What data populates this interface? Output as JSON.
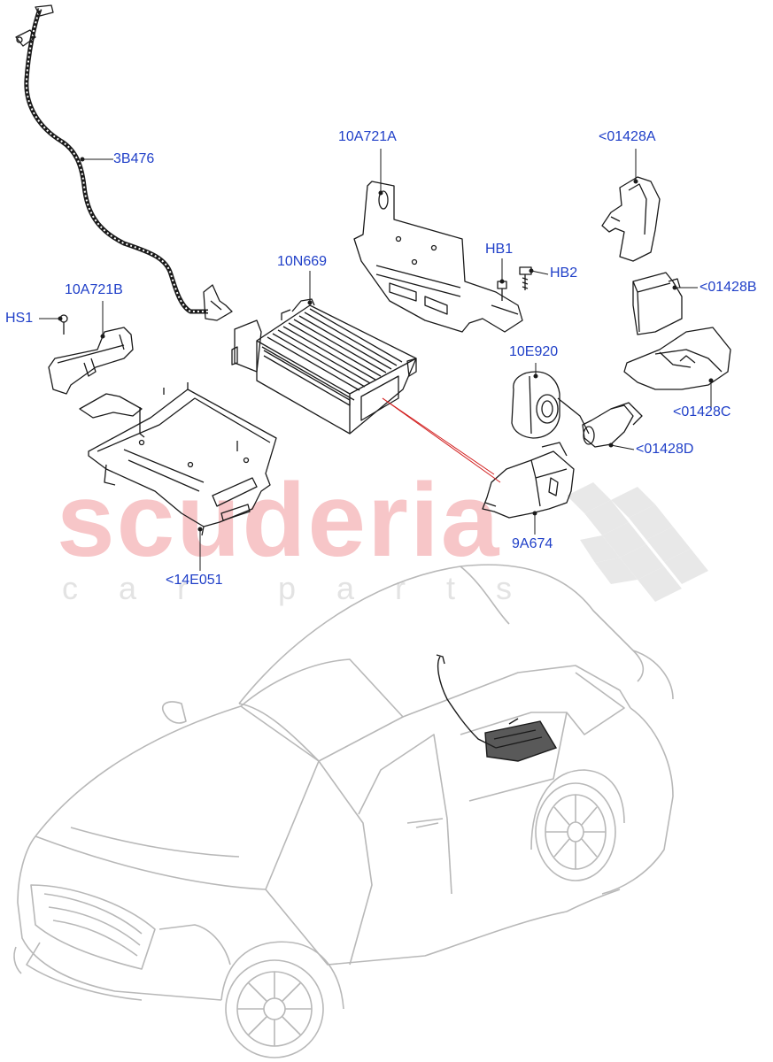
{
  "watermark": {
    "main": "scuderia",
    "sub": "car parts"
  },
  "callouts": {
    "c_3B476": "3B476",
    "c_10A721A": "10A721A",
    "c_01428A": "<01428A",
    "c_HB1": "HB1",
    "c_HB2": "HB2",
    "c_10N669": "10N669",
    "c_10A721B": "10A721B",
    "c_HS1": "HS1",
    "c_01428B": "<01428B",
    "c_10E920": "10E920",
    "c_01428C": "<01428C",
    "c_01428D": "<01428D",
    "c_9A674": "9A674",
    "c_14E051": "<14E051"
  },
  "colors": {
    "label": "#1f3fc8",
    "part_stroke": "#1a1a1a",
    "vehicle_stroke": "#b8b8b8",
    "leader_red": "#d21f1f",
    "watermark": "#f7c6c8"
  }
}
